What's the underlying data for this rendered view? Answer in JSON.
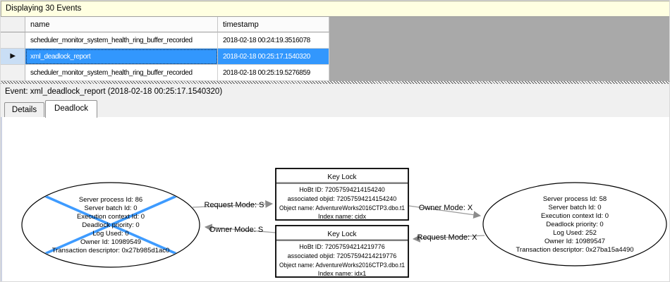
{
  "info_bar": {
    "text": "Displaying 30 Events"
  },
  "grid": {
    "columns": [
      "name",
      "timestamp"
    ],
    "rows": [
      {
        "name": "scheduler_monitor_system_health_ring_buffer_recorded",
        "timestamp": "2018-02-18 00:24:19.3516078",
        "selected": false
      },
      {
        "name": "xml_deadlock_report",
        "timestamp": "2018-02-18 00:25:17.1540320",
        "selected": true
      },
      {
        "name": "scheduler_monitor_system_health_ring_buffer_recorded",
        "timestamp": "2018-02-18 00:25:19.5276859",
        "selected": false
      }
    ]
  },
  "icons": {
    "current_row_marker": "▶"
  },
  "event_bar": {
    "text": "Event: xml_deadlock_report (2018-02-18 00:25:17.1540320)"
  },
  "tabs": [
    {
      "label": "Details",
      "active": false
    },
    {
      "label": "Deadlock",
      "active": true
    }
  ],
  "colors": {
    "selection_blue": "#3297fd",
    "victim_cross_blue": "#3e9bff",
    "info_bar_bg": "#ffffe1",
    "grid_bg": "#a9a9a9",
    "edge_gray": "#9a9a9a"
  },
  "diagram": {
    "left_process": {
      "victim": true,
      "lines": [
        "Server process Id: 86",
        "Server batch Id: 0",
        "Execution context Id: 0",
        "Deadlock priority: 0",
        "Log Used: 0",
        "Owner Id: 10989549",
        "Transaction descriptor: 0x27b985d1ac0"
      ]
    },
    "right_process": {
      "victim": false,
      "lines": [
        "Server process Id: 58",
        "Server batch Id: 0",
        "Execution context Id: 0",
        "Deadlock priority: 0",
        "Log Used: 252",
        "Owner Id: 10989547",
        "Transaction descriptor: 0x27ba15a4490"
      ]
    },
    "top_lock": {
      "title": "Key Lock",
      "lines": [
        "HoBt ID: 72057594214154240",
        "associated objid: 72057594214154240",
        "Object name: AdventureWorks2016CTP3.dbo.t1",
        "Index name: cidx"
      ]
    },
    "bottom_lock": {
      "title": "Key Lock",
      "lines": [
        "HoBt ID: 72057594214219776",
        "associated objid: 72057594214219776",
        "Object name: AdventureWorks2016CTP3.dbo.t1",
        "Index name: idx1"
      ]
    },
    "edges": [
      {
        "label": "Request Mode: S"
      },
      {
        "label": "Owner Mode: S"
      },
      {
        "label": "Owner Mode: X"
      },
      {
        "label": "Request Mode: X"
      }
    ]
  }
}
